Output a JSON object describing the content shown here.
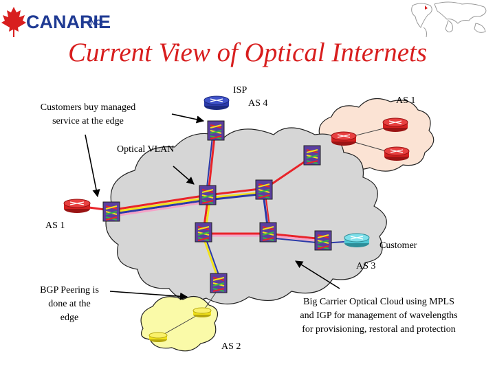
{
  "header": {
    "logo_text": "CANARIE",
    "logo_suffix": "INC.",
    "title": "Current View of Optical Internets"
  },
  "labels": {
    "isp": "ISP",
    "as4": "AS 4",
    "as1_top": "AS 1",
    "customers_line1": "Customers buy managed",
    "customers_line2": "service at the edge",
    "optical_vlan": "Optical VLAN",
    "as1_left": "AS 1",
    "customer": "Customer",
    "as3": "AS 3",
    "bgp_line1": "BGP Peering is",
    "bgp_line2": "done at the",
    "bgp_line3": "edge",
    "carrier_line1": "Big Carrier Optical Cloud using MPLS",
    "carrier_line2": "and IGP for management of wavelengths",
    "carrier_line3": "for provisioning, restoral and protection",
    "as2": "AS 2"
  },
  "colors": {
    "title": "#d81e1e",
    "logo": "#1f3a93",
    "cloud_main": "#d6d6d6",
    "cloud_as1": "#fbe3d4",
    "cloud_as2": "#fafaa8",
    "router_red": "#d42020",
    "router_cyan": "#4fc7d4",
    "router_yellow": "#f1e21a",
    "router_blue": "#2b3aa8",
    "switch_purple": "#5b3fa0",
    "lambda_red": "#e8242a",
    "lambda_yellow": "#f2e21c",
    "lambda_blue": "#2b3aa8",
    "lambda_pink": "#f4a3c8"
  }
}
